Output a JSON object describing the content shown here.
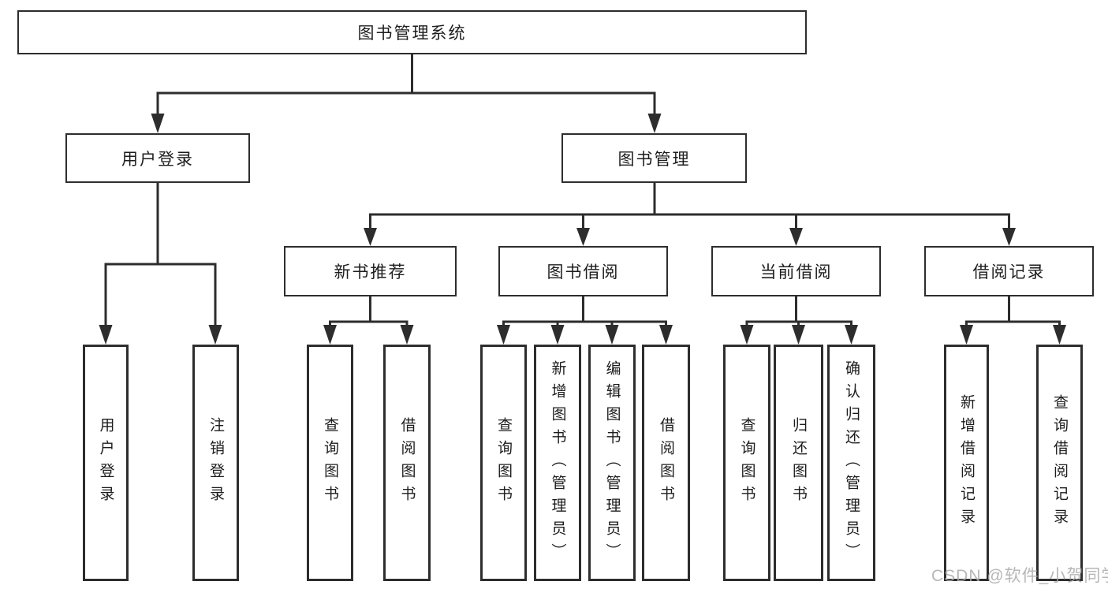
{
  "diagram_type": "hierarchy-tree",
  "tree": {
    "label": "图书管理系统",
    "children": [
      {
        "label": "用户登录",
        "children": [
          {
            "label": "用户登录"
          },
          {
            "label": "注销登录"
          }
        ]
      },
      {
        "label": "图书管理",
        "children": [
          {
            "label": "新书推荐",
            "children": [
              {
                "label": "查询图书"
              },
              {
                "label": "借阅图书"
              }
            ]
          },
          {
            "label": "图书借阅",
            "children": [
              {
                "label": "查询图书"
              },
              {
                "label": "新增图书（管理员）"
              },
              {
                "label": "编辑图书（管理员）"
              },
              {
                "label": "借阅图书"
              }
            ]
          },
          {
            "label": "当前借阅",
            "children": [
              {
                "label": "查询图书"
              },
              {
                "label": "归还图书"
              },
              {
                "label": "确认归还（管理员）"
              }
            ]
          },
          {
            "label": "借阅记录",
            "children": [
              {
                "label": "新增借阅记录"
              },
              {
                "label": "查询借阅记录"
              }
            ]
          }
        ]
      }
    ]
  },
  "watermark": {
    "text": "CSDN @软件_小贺同学"
  },
  "colors": {
    "background": "#ffffff",
    "line": "#2d2d2d",
    "box_border": "#2d2d2d",
    "text": "#1d1d1d",
    "watermark": "#aaaaaa"
  }
}
